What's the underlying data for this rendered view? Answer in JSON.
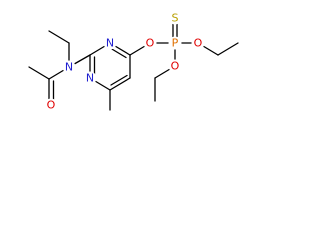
{
  "diagram": {
    "type": "chemical-structure",
    "colors": {
      "bond": "#000000",
      "nitrogen": "#1f1fd0",
      "oxygen": "#e00000",
      "phosphorus": "#e07000",
      "sulfur": "#b8a000",
      "background": "#ffffff"
    },
    "atoms": [
      {
        "id": "o_phosphate",
        "label": "O",
        "element": "oxygen"
      },
      {
        "id": "p_center",
        "label": "P",
        "element": "phosphorus"
      },
      {
        "id": "s_thiono",
        "label": "S",
        "element": "sulfur"
      },
      {
        "id": "o_ethoxy_right",
        "label": "O",
        "element": "oxygen"
      },
      {
        "id": "o_ethoxy_lower",
        "label": "O",
        "element": "oxygen"
      },
      {
        "id": "n_ring_top",
        "label": "N",
        "element": "nitrogen"
      },
      {
        "id": "n_ring_bottom",
        "label": "N",
        "element": "nitrogen"
      },
      {
        "id": "n_amide",
        "label": "N",
        "element": "nitrogen"
      },
      {
        "id": "o_carbonyl",
        "label": "O",
        "element": "oxygen"
      }
    ]
  }
}
